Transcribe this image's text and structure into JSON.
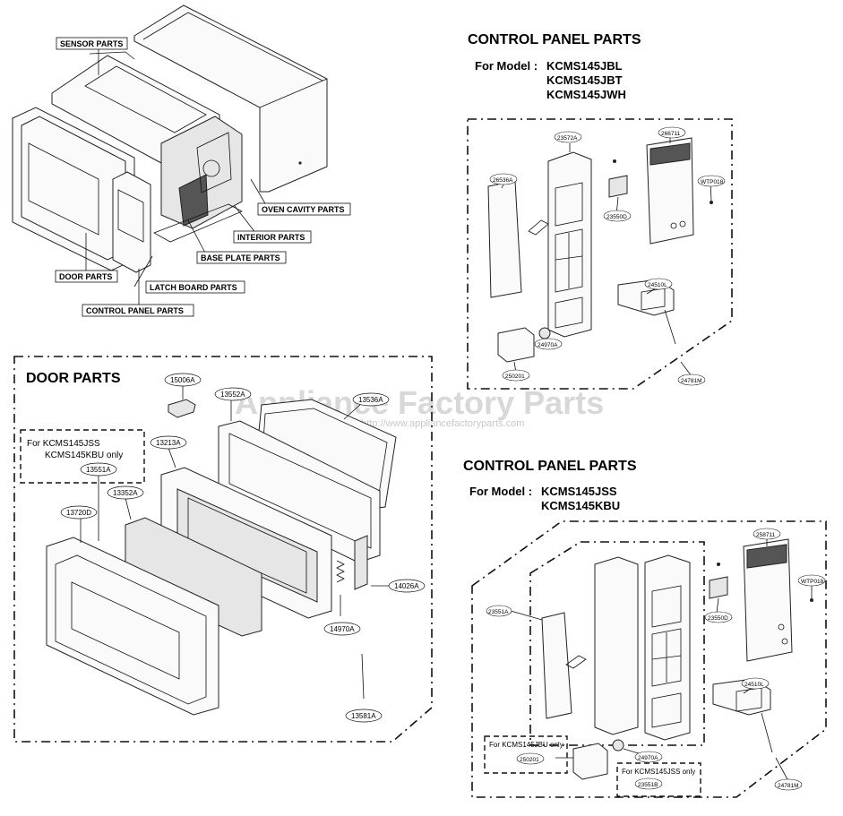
{
  "watermark": {
    "brand": "Appliance Factory Parts",
    "site": "© http://www.appliancefactoryparts.com"
  },
  "overview": {
    "callouts": {
      "sensor": "SENSOR PARTS",
      "oven_cavity": "OVEN CAVITY PARTS",
      "interior": "INTERIOR PARTS",
      "base_plate": "BASE PLATE PARTS",
      "door": "DOOR PARTS",
      "latch_board": "LATCH BOARD PARTS",
      "control_panel": "CONTROL PANEL PARTS"
    }
  },
  "door_section": {
    "title": "DOOR PARTS",
    "note_line1": "For KCMS145JSS",
    "note_line2": "KCMS145KBU only",
    "parts": {
      "p15006A": "15006A",
      "p13552A": "13552A",
      "p13536A": "13536A",
      "p13213A": "13213A",
      "p13551A": "13551A",
      "p13352A": "13352A",
      "p13720D": "13720D",
      "p14026A": "14026A",
      "p14970A": "14970A",
      "p13581A": "13581A"
    }
  },
  "control_top": {
    "title": "CONTROL PANEL PARTS",
    "model_prefix": "For Model :",
    "model1": "KCMS145JBL",
    "model2": "KCMS145JBT",
    "model3": "KCMS145JWH",
    "parts": {
      "p23572A": "23572A",
      "p26711": "266711",
      "p26536A": "26536A",
      "p23550D": "23550D",
      "pWTP018": "WTP018",
      "p24510L": "24510L",
      "p24970A": "24970A",
      "p250201": "250201",
      "p24781M": "24781M"
    }
  },
  "control_bottom": {
    "title": "CONTROL PANEL PARTS",
    "model_prefix": "For Model :",
    "model1": "KCMS145JSS",
    "model2": "KCMS145KBU",
    "parts": {
      "p26711": "258711",
      "p23551A": "23551A",
      "p23550D": "23550D",
      "pWTP018": "WTP018",
      "p24510L": "24510L",
      "p24970A": "24970A",
      "p250201": "250201",
      "p23551B": "23551B",
      "p24781M": "24781M"
    },
    "note_jbu": "For KCMS145JBU only",
    "note_jss": "For KCMS145JSS only"
  }
}
